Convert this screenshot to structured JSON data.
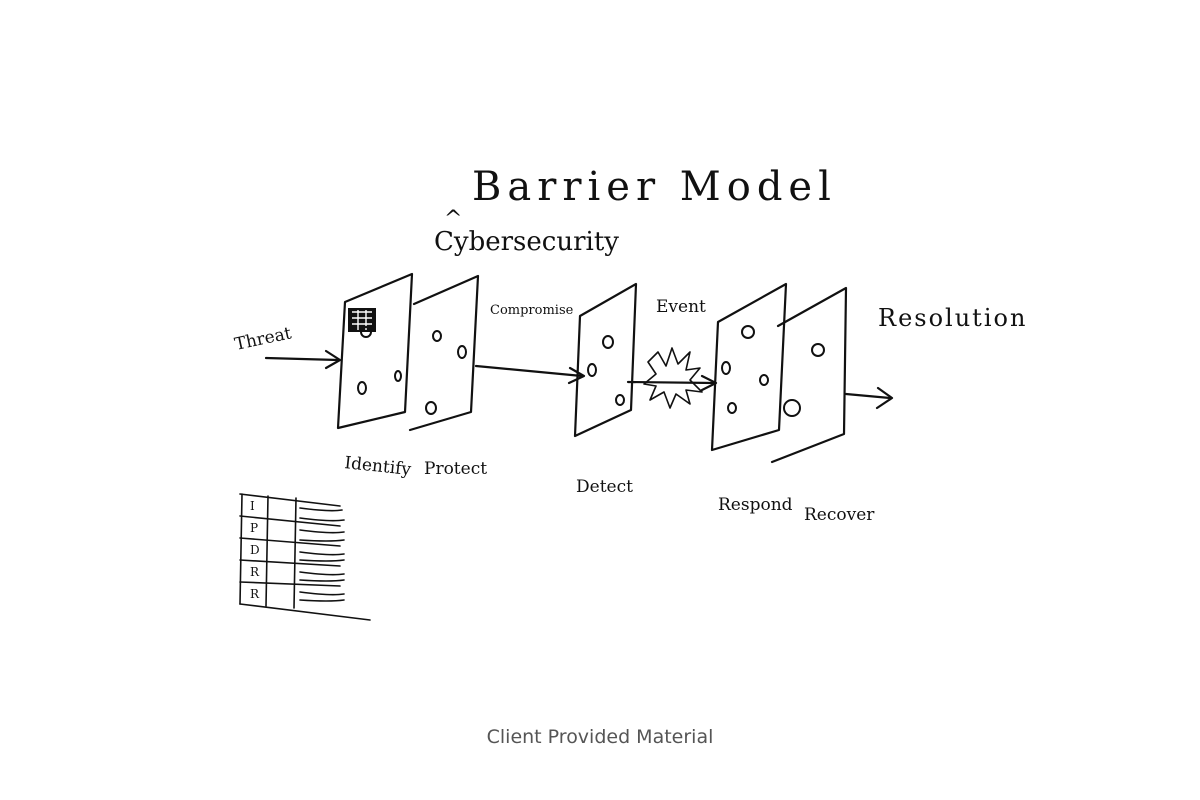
{
  "diagram": {
    "title": "Barrier Model",
    "insert_mark": "^",
    "subtitle": "Cybersecurity",
    "input_label": "Threat",
    "compromise_label": "Compromise",
    "event_label": "Event",
    "output_label": "Resolution",
    "barriers": [
      {
        "label": "Identify"
      },
      {
        "label": "Protect"
      },
      {
        "label": "Detect"
      },
      {
        "label": "Respond"
      },
      {
        "label": "Recover"
      }
    ],
    "table_rows": [
      "I",
      "P",
      "D",
      "R",
      "R"
    ]
  },
  "footer": {
    "caption": "Client Provided Material"
  }
}
